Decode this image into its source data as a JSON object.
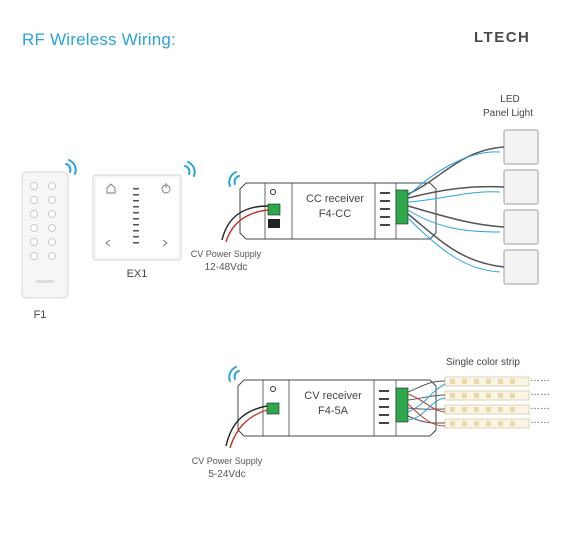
{
  "header": {
    "title": "RF Wireless Wiring:",
    "brand": "LTECH"
  },
  "devices": {
    "remote": {
      "label": "F1"
    },
    "panel": {
      "label": "EX1"
    },
    "cc_receiver": {
      "line1": "CC receiver",
      "line2": "F4-CC"
    },
    "cv_receiver": {
      "line1": "CV receiver",
      "line2": "F4-5A"
    }
  },
  "supplies": {
    "top": {
      "line1": "CV Power Supply",
      "line2": "12-48Vdc"
    },
    "bottom": {
      "line1": "CV Power Supply",
      "line2": "5-24Vdc"
    }
  },
  "loads": {
    "led_panel": {
      "line1": "LED",
      "line2": "Panel Light"
    },
    "strip": {
      "label": "Single color strip",
      "ellipsis": "……"
    }
  },
  "colors": {
    "accent": "#2aa3dc",
    "wire_dark": "#555555",
    "wire_blue": "#2aa3dc",
    "wire_red": "#c0392b"
  }
}
